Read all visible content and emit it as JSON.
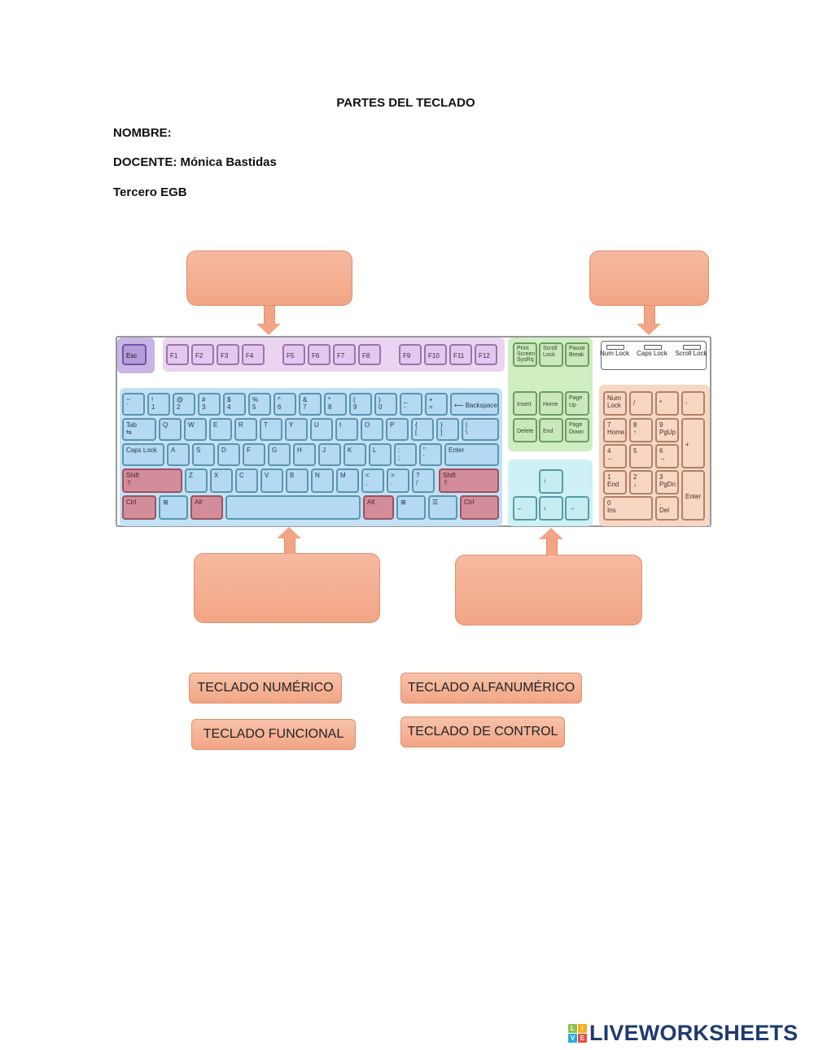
{
  "document": {
    "title": "PARTES DEL TECLADO",
    "name_label": "NOMBRE:",
    "teacher_label": "DOCENTE: Mónica Bastidas",
    "grade_label": "Tercero EGB"
  },
  "answer_boxes": [
    {
      "id": "top-left",
      "target": "function keys",
      "value": ""
    },
    {
      "id": "top-right",
      "target": "indicator lights",
      "value": ""
    },
    {
      "id": "bottom-left",
      "target": "alphanumeric keys",
      "value": ""
    },
    {
      "id": "bottom-right",
      "target": "arrow keys",
      "value": ""
    }
  ],
  "options": [
    {
      "label": "TECLADO NUMÉRICO"
    },
    {
      "label": "TECLADO ALFANUMÉRICO"
    },
    {
      "label": "TECLADO FUNCIONAL"
    },
    {
      "label": "TECLADO DE CONTROL"
    }
  ],
  "keyboard": {
    "esc": "Esc",
    "function_keys": [
      "F1",
      "F2",
      "F3",
      "F4",
      "F5",
      "F6",
      "F7",
      "F8",
      "F9",
      "F10",
      "F11",
      "F12"
    ],
    "system_keys": [
      "Print\nScreen\nSysRq",
      "Scroll\nLock",
      "Pause\nBreak"
    ],
    "indicators": [
      "Num\nLock",
      "Caps\nLock",
      "Scroll\nLock"
    ],
    "row1": [
      "~\n`",
      "!\n1",
      "@\n2",
      "#\n3",
      "$\n4",
      "%\n5",
      "^\n6",
      "&\n7",
      "*\n8",
      "(\n9",
      ")\n0",
      "_\n-",
      "+\n=",
      "⟵ Backspace"
    ],
    "row2": [
      "Tab\n⇆",
      "Q",
      "W",
      "E",
      "R",
      "T",
      "Y",
      "U",
      "I",
      "O",
      "P",
      "{\n[",
      "}\n]",
      "|\n\\"
    ],
    "row3": [
      "Caps Lock",
      "A",
      "S",
      "D",
      "F",
      "G",
      "H",
      "J",
      "K",
      "L",
      ":\n;",
      "\"\n'",
      "Enter"
    ],
    "row4": [
      "Shift\n⇧",
      "Z",
      "X",
      "C",
      "V",
      "B",
      "N",
      "M",
      "<\n,",
      ">\n.",
      "?\n/",
      "Shift\n⇧"
    ],
    "row5": [
      "Ctrl",
      "⊞",
      "Alt",
      "",
      "Alt",
      "⊞",
      "☰",
      "Ctrl"
    ],
    "nav_keys": [
      "Insert",
      "Home",
      "Page\nUp",
      "Delete",
      "End",
      "Page\nDown"
    ],
    "arrows": [
      "↑",
      "←",
      "↓",
      "→"
    ],
    "numpad": [
      "Num\nLock",
      "/",
      "*",
      "-",
      "7\nHome",
      "8\n↑",
      "9\nPgUp",
      "+",
      "4\n←",
      "5",
      "6\n→",
      "1\nEnd",
      "2\n↓",
      "3\nPgDn",
      "Enter",
      "0\nIns",
      ".\nDel"
    ]
  },
  "branding": {
    "logo_badge": [
      "L",
      "I",
      "V",
      "E"
    ],
    "logo_text": "LIVEWORKSHEETS",
    "logo_color": "#1f3b6e"
  },
  "colors": {
    "box_fill": "#f2a585",
    "function_zone": "#e4c6ee",
    "alphanumeric_zone": "#b3daf2",
    "modifier_keys": "#d38c9a",
    "control_zone": "#c9e8bb",
    "arrow_zone": "#c6eef2",
    "numeric_zone": "#f7d6c4"
  }
}
